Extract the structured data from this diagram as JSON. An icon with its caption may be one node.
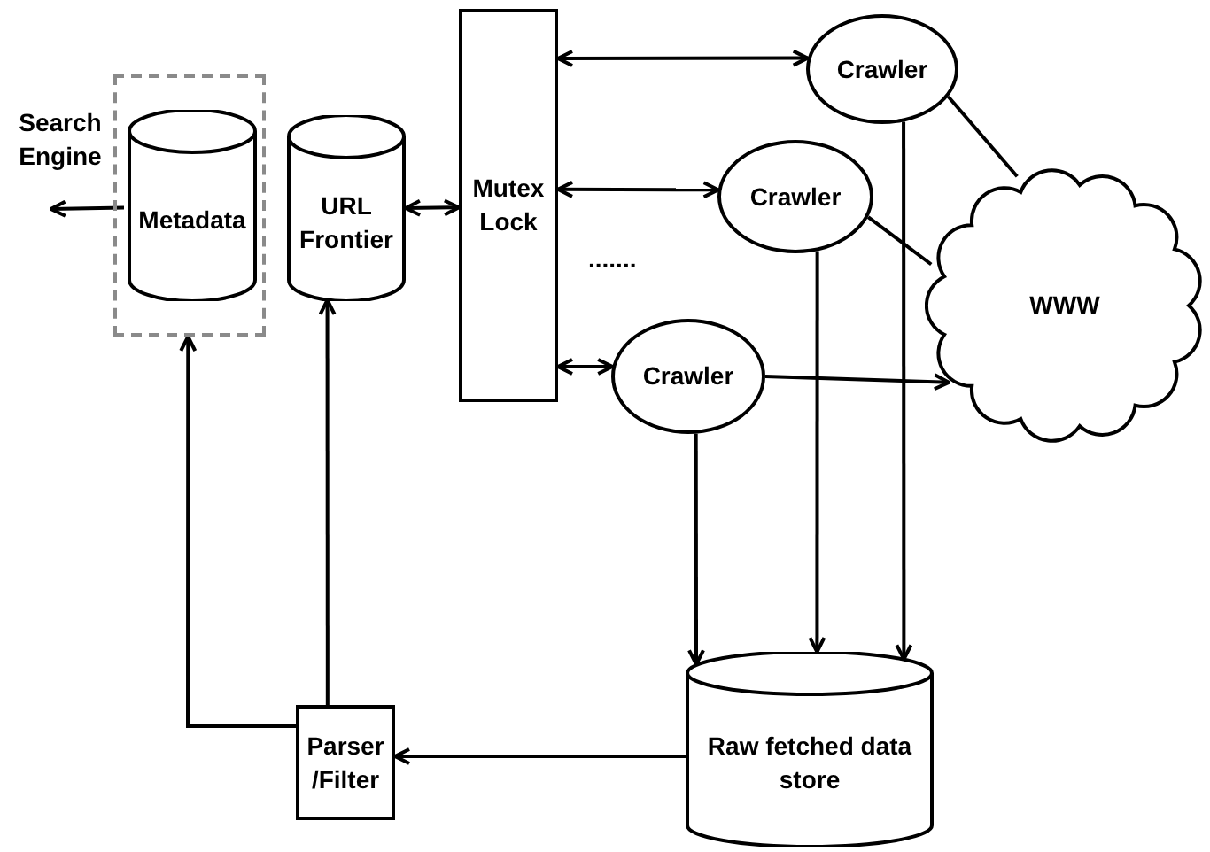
{
  "diagram": {
    "nodes": [
      {
        "text": [
          "Search Engine"
        ]
      },
      {
        "text": [],
        "shape": "box"
      },
      {
        "text": [
          "Metadata"
        ],
        "in": 1
      },
      {
        "text": [
          "URL Frontier"
        ]
      },
      {
        "text": [
          "Mutex Lock"
        ]
      },
      {
        "text": [
          "Crawler"
        ]
      },
      {
        "text": [
          "Crawler"
        ]
      },
      {
        "text": [
          "Crawler"
        ]
      },
      {
        "text": [
          "WWW"
        ]
      },
      {
        "text": [
          "Raw fetched data store"
        ]
      },
      {
        "text": [
          "Parser /Filter"
        ]
      }
    ],
    "edges": [
      {
        "from": 2,
        "to": 0,
        "arrow": "to"
      },
      {
        "from": 3,
        "to": 4,
        "arrow": "both"
      },
      {
        "from": 4,
        "to": 5,
        "arrow": "both"
      },
      {
        "from": 4,
        "to": 6,
        "arrow": "both"
      },
      {
        "from": 4,
        "to": 7,
        "arrow": "both"
      },
      {
        "from": 5,
        "to": 8,
        "arrow": "none"
      },
      {
        "from": 6,
        "to": 8,
        "arrow": "none"
      },
      {
        "from": 7,
        "to": 8,
        "arrow": "to"
      },
      {
        "from": 7,
        "to": 9,
        "arrow": "to"
      },
      {
        "from": 6,
        "to": 9,
        "arrow": "to"
      },
      {
        "from": 5,
        "to": 9,
        "arrow": "to"
      },
      {
        "from": 9,
        "to": 10,
        "arrow": "to"
      },
      {
        "from": 10,
        "to": 1,
        "arrow": "to"
      },
      {
        "from": 10,
        "to": 3,
        "arrow": "to"
      }
    ],
    "labels": [
      "......."
    ]
  }
}
